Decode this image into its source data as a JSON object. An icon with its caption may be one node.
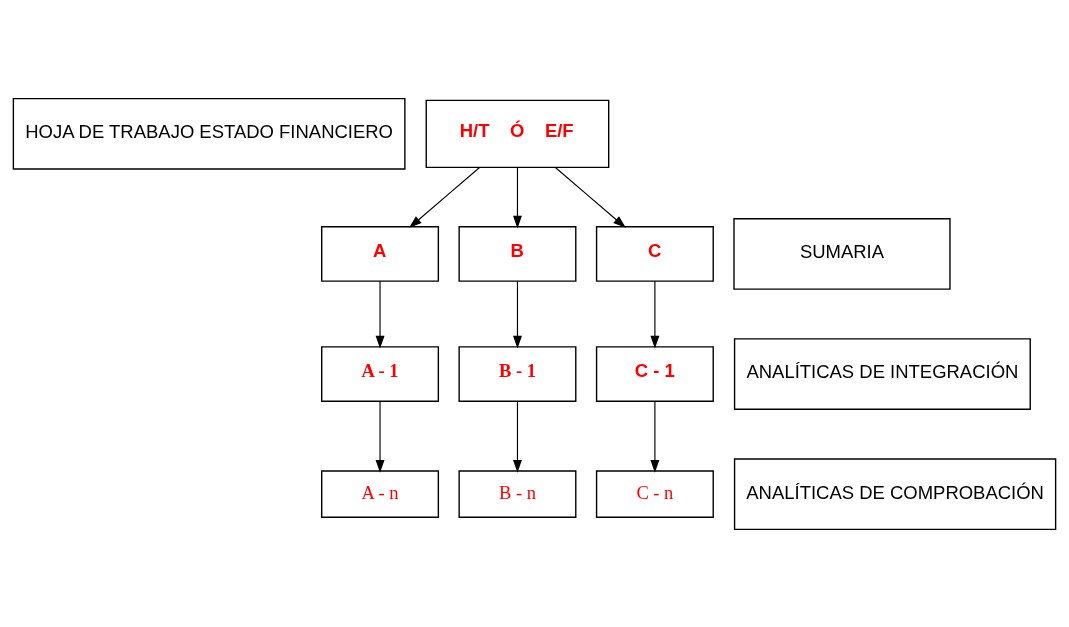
{
  "diagram": {
    "nodes": [
      {
        "text": [
          "HOJA DE TRABAJO ESTADO FINANCIERO"
        ]
      },
      {
        "text": [
          "H/T    Ó    E/F"
        ]
      },
      {
        "text": [
          "SUMARIA"
        ]
      },
      {
        "text": [
          "A"
        ]
      },
      {
        "text": [
          "B"
        ]
      },
      {
        "text": [
          "C"
        ]
      },
      {
        "text": [
          "ANALÍTICAS DE INTEGRACIÓN"
        ]
      },
      {
        "text": [
          "A - 1"
        ]
      },
      {
        "text": [
          "B - 1"
        ]
      },
      {
        "text": [
          "C - 1"
        ]
      },
      {
        "text": [
          "ANALÍTICAS DE COMPROBACIÓN"
        ]
      },
      {
        "text": [
          "A - n"
        ]
      },
      {
        "text": [
          "B - n"
        ]
      },
      {
        "text": [
          "C - n"
        ]
      }
    ],
    "edges": [
      {
        "from": 1,
        "to": 3,
        "arrow": "to"
      },
      {
        "from": 1,
        "to": 4,
        "arrow": "to"
      },
      {
        "from": 1,
        "to": 5,
        "arrow": "to"
      },
      {
        "from": 3,
        "to": 7,
        "arrow": "to"
      },
      {
        "from": 4,
        "to": 8,
        "arrow": "to"
      },
      {
        "from": 5,
        "to": 9,
        "arrow": "to"
      },
      {
        "from": 7,
        "to": 11,
        "arrow": "to"
      },
      {
        "from": 8,
        "to": 12,
        "arrow": "to"
      },
      {
        "from": 9,
        "to": 13,
        "arrow": "to"
      }
    ]
  }
}
